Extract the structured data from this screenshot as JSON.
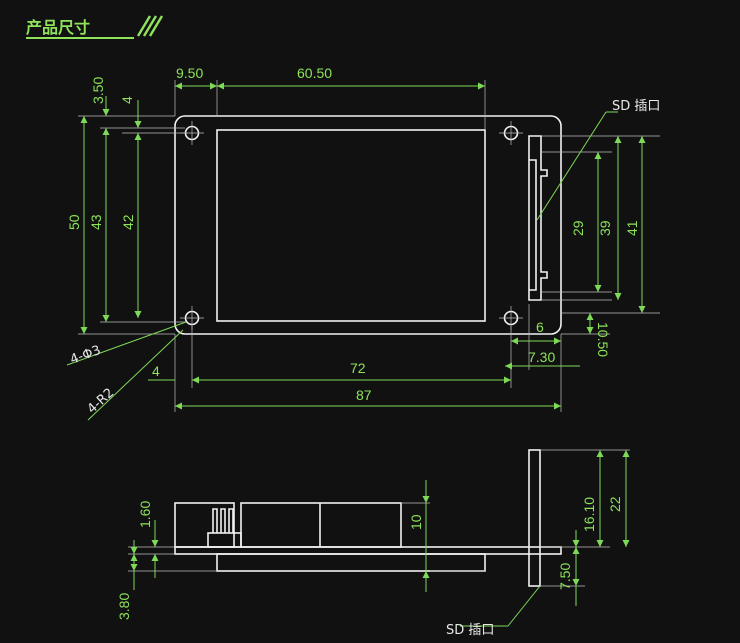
{
  "header": {
    "title": "产品尺寸"
  },
  "colors": {
    "background": "#111111",
    "accent": "#8ee35a",
    "outline": "#f2f2f2"
  },
  "top_view": {
    "dims": {
      "d_9_50": "9.50",
      "d_60_50": "60.50",
      "d_3_50": "3.50",
      "d_4_top": "4",
      "d_50": "50",
      "d_43": "43",
      "d_42": "42",
      "d_29": "29",
      "d_39": "39",
      "d_41": "41",
      "d_6": "6",
      "d_10_50": "10.50",
      "d_7_30": "7.30",
      "d_4_bottom": "4",
      "d_72": "72",
      "d_87": "87"
    },
    "labels": {
      "sd_slot": "SD 插口",
      "holes": "4-Φ3",
      "radius": "4-R2"
    }
  },
  "side_view": {
    "dims": {
      "d_1_60": "1.60",
      "d_3_80": "3.80",
      "d_10": "10",
      "d_16_10": "16.10",
      "d_22": "22",
      "d_7_50": "7.50"
    },
    "labels": {
      "sd_slot": "SD 插口"
    }
  }
}
